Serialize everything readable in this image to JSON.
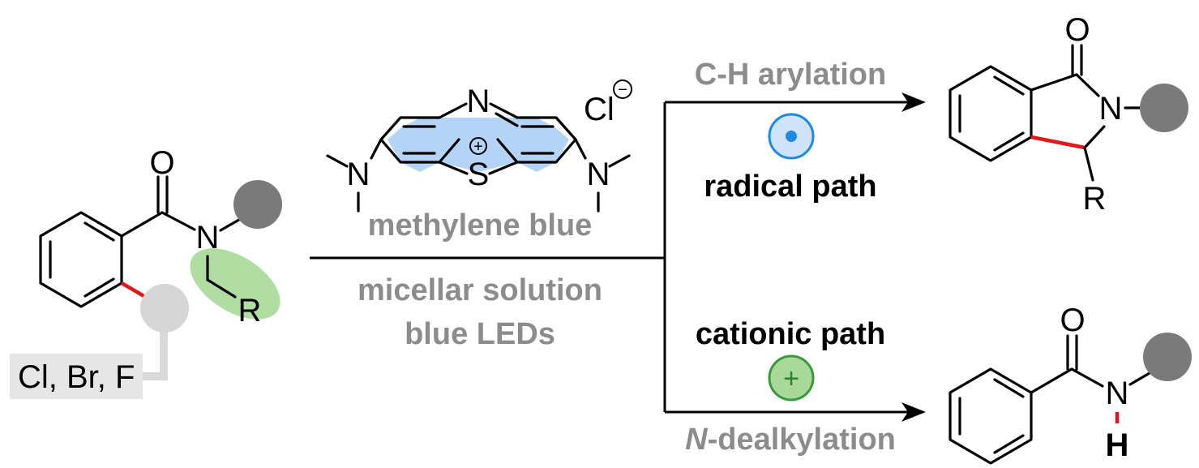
{
  "colors": {
    "bond": "#000000",
    "highlight_bond": "#e3171b",
    "ring_fill": "#b3d4f7",
    "substituent_dark": "#7a7a7a",
    "substituent_light": "#d6d6d6",
    "halogen_box": "#e6e6e6",
    "label_gray": "#8c8c8c",
    "green_ellipse": "#9cd48a",
    "radical_blue": "#1e88e5",
    "cation_green": "#3a9a3a"
  },
  "starting_material": {
    "carbonyl_o": "O",
    "amide_n": "N",
    "r_group": "R",
    "halogens": "Cl, Br, F"
  },
  "catalyst": {
    "ring_n": "N",
    "ring_s": "S",
    "s_charge": "+",
    "counterion": "Cl",
    "counterion_charge": "−",
    "left_nme2": "N",
    "right_nme2": "N",
    "name": "methylene blue"
  },
  "conditions": {
    "line1": "micellar solution",
    "line2": "blue LEDs"
  },
  "upper_path": {
    "reaction": "C-H arylation",
    "mechanism": "radical path",
    "radical_icon": "radical-dot-icon"
  },
  "lower_path": {
    "mechanism": "cationic path",
    "cation_icon": "plus-icon",
    "plus_symbol": "+",
    "reaction_italic": "N",
    "reaction_rest": "-dealkylation"
  },
  "product_isoindolinone": {
    "o": "O",
    "n": "N",
    "r": "R"
  },
  "product_amide": {
    "o": "O",
    "n": "N",
    "h": "H"
  }
}
